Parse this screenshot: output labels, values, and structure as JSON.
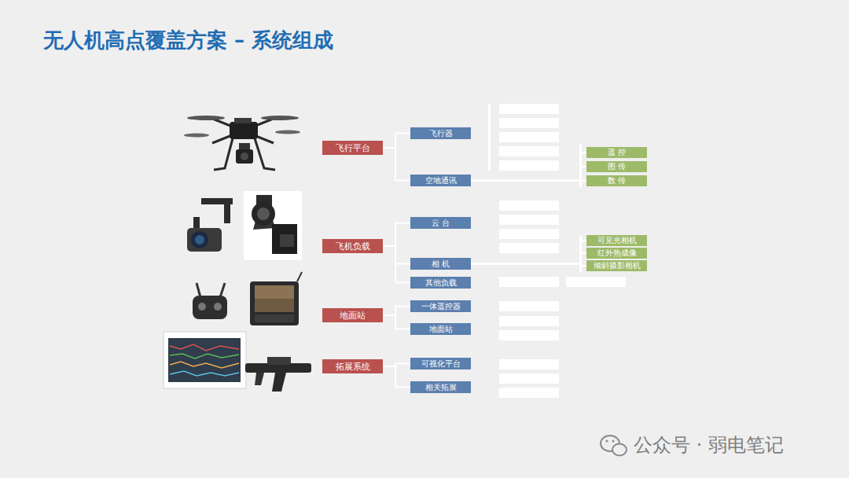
{
  "diagram": {
    "title": "无人机高点覆盖方案 – 系统组成",
    "nodes": [
      {
        "text": [
          "飞行平台"
        ]
      },
      {
        "text": [
          "飞行器"
        ]
      },
      {
        "text": [
          "空地通讯"
        ]
      },
      {
        "text": [
          "遥 控"
        ]
      },
      {
        "text": [
          "图 传"
        ]
      },
      {
        "text": [
          "数 传"
        ]
      },
      {
        "text": [
          "飞机负载"
        ]
      },
      {
        "text": [
          "云 台"
        ]
      },
      {
        "text": [
          "相 机"
        ]
      },
      {
        "text": [
          "可见光相机"
        ]
      },
      {
        "text": [
          "红外热成像"
        ]
      },
      {
        "text": [
          "倾斜摄影相机"
        ]
      },
      {
        "text": [
          "其他负载"
        ]
      },
      {
        "text": [
          "地面站"
        ]
      },
      {
        "text": [
          "一体遥控器"
        ]
      },
      {
        "text": [
          "地面站"
        ]
      },
      {
        "text": [
          "拓展系统"
        ]
      },
      {
        "text": [
          "可视化平台"
        ]
      },
      {
        "text": [
          "相关拓展"
        ]
      }
    ],
    "edges": [
      {
        "from": 0,
        "to": 1,
        "arrow": "none"
      },
      {
        "from": 0,
        "to": 2,
        "arrow": "none"
      },
      {
        "from": 2,
        "to": 3,
        "arrow": "none"
      },
      {
        "from": 2,
        "to": 4,
        "arrow": "none"
      },
      {
        "from": 2,
        "to": 5,
        "arrow": "none"
      },
      {
        "from": 6,
        "to": 7,
        "arrow": "none"
      },
      {
        "from": 6,
        "to": 8,
        "arrow": "none"
      },
      {
        "from": 6,
        "to": 12,
        "arrow": "none"
      },
      {
        "from": 8,
        "to": 9,
        "arrow": "none"
      },
      {
        "from": 8,
        "to": 10,
        "arrow": "none"
      },
      {
        "from": 8,
        "to": 11,
        "arrow": "none"
      },
      {
        "from": 13,
        "to": 14,
        "arrow": "none"
      },
      {
        "from": 13,
        "to": 15,
        "arrow": "none"
      },
      {
        "from": 16,
        "to": 17,
        "arrow": "none"
      },
      {
        "from": 16,
        "to": 18,
        "arrow": "none"
      }
    ],
    "labels": [
      "公众号 · 弱电笔记"
    ]
  }
}
